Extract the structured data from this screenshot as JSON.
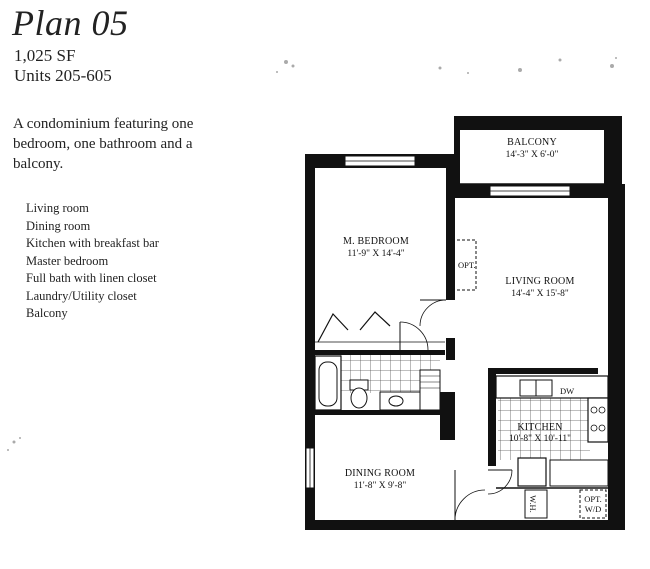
{
  "header": {
    "title": "Plan 05",
    "square_feet": "1,025 SF",
    "units": "Units 205-605"
  },
  "description": "A condominium featuring one bedroom, one bathroom and a balcony.",
  "features": [
    "Living room",
    "Dining room",
    "Kitchen with breakfast bar",
    "Master bedroom",
    "Full bath with linen closet",
    "Laundry/Utility closet",
    "Balcony"
  ],
  "floorplan": {
    "balcony": {
      "name": "BALCONY",
      "dims": "14'-3\" X 6'-0\""
    },
    "bedroom": {
      "name": "M. BEDROOM",
      "dims": "11'-9\" X 14'-4\""
    },
    "living": {
      "name": "LIVING ROOM",
      "dims": "14'-4\" X 15'-8\""
    },
    "kitchen": {
      "name": "KITCHEN",
      "dims": "10'-8\" X 10'-11\""
    },
    "dining": {
      "name": "DINING ROOM",
      "dims": "11'-8\" X 9'-8\""
    },
    "opt_fireplace": "OPT.",
    "dishwasher": "DW",
    "water_heater": "W.H.",
    "opt_washer_dryer_line1": "OPT.",
    "opt_washer_dryer_line2": "W/D"
  },
  "colors": {
    "wall": "#111111",
    "ink": "#222222",
    "tile": "#555555"
  }
}
